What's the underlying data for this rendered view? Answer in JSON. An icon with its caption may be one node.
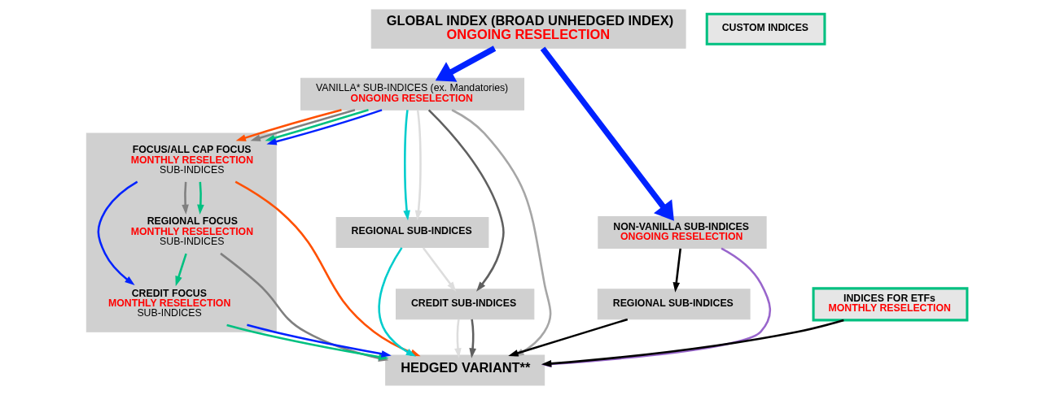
{
  "diagram": {
    "nodes": [
      {
        "text": [
          "GLOBAL INDEX (BROAD UNHEDGED INDEX)",
          "ONGOING RESELECTION"
        ]
      },
      {
        "text": [
          "VANILLA* SUB-INDICES (ex. Mandatories)",
          "ONGOING RESELECTION"
        ]
      },
      {
        "text": [
          "NON-VANILLA SUB-INDICES",
          "ONGOING RESELECTION"
        ]
      },
      {
        "text": [],
        "shape": "box"
      },
      {
        "text": [
          "FOCUS/ALL CAP FOCUS",
          "MONTHLY RESELECTION",
          "SUB-INDICES"
        ],
        "in": 3
      },
      {
        "text": [
          "REGIONAL FOCUS",
          "MONTHLY RESELECTION",
          "SUB-INDICES"
        ],
        "in": 3
      },
      {
        "text": [
          "CREDIT FOCUS",
          "MONTHLY RESELECTION",
          "SUB-INDICES"
        ],
        "in": 3
      },
      {
        "text": [
          "REGIONAL SUB-INDICES"
        ]
      },
      {
        "text": [
          "CREDIT SUB-INDICES"
        ]
      },
      {
        "text": [
          "REGIONAL SUB-INDICES"
        ]
      },
      {
        "text": [
          "CUSTOM INDICES"
        ]
      },
      {
        "text": [
          "INDICES FOR ETFs",
          "MONTHLY RESELECTION"
        ]
      },
      {
        "text": [
          "HEDGED VARIANT**"
        ]
      }
    ],
    "edges": [
      {
        "from": 0,
        "to": 1,
        "arrow": "to",
        "style": "thick",
        "color": "#0022ff"
      },
      {
        "from": 0,
        "to": 2,
        "arrow": "to",
        "style": "thick",
        "color": "#0022ff"
      },
      {
        "from": 1,
        "to": 12,
        "arrow": "to",
        "color": "#a6a6a6"
      },
      {
        "from": 1,
        "to": 4,
        "arrow": "to",
        "color": "#ff5000"
      },
      {
        "from": 1,
        "to": 4,
        "arrow": "to",
        "color": "#808080"
      },
      {
        "from": 1,
        "to": 4,
        "arrow": "to",
        "color": "#00c080"
      },
      {
        "from": 1,
        "to": 4,
        "arrow": "to",
        "color": "#0022ff"
      },
      {
        "from": 4,
        "to": 12,
        "arrow": "to",
        "color": "#ff5000"
      },
      {
        "from": 4,
        "to": 5,
        "arrow": "to",
        "color": "#808080"
      },
      {
        "from": 4,
        "to": 5,
        "arrow": "to",
        "color": "#00c080"
      },
      {
        "from": 4,
        "to": 6,
        "arrow": "to",
        "color": "#0022ff"
      },
      {
        "from": 5,
        "to": 12,
        "arrow": "to",
        "color": "#808080"
      },
      {
        "from": 5,
        "to": 6,
        "arrow": "to",
        "color": "#00c080"
      },
      {
        "from": 6,
        "to": 12,
        "arrow": "to",
        "color": "#00c080"
      },
      {
        "from": 6,
        "to": 12,
        "arrow": "to",
        "color": "#0022ff"
      },
      {
        "from": 1,
        "to": 7,
        "arrow": "to",
        "color": "#00cccc"
      },
      {
        "from": 1,
        "to": 7,
        "arrow": "to",
        "color": "#dddddd"
      },
      {
        "from": 1,
        "to": 8,
        "arrow": "to",
        "color": "#606060"
      },
      {
        "from": 7,
        "to": 12,
        "arrow": "to",
        "color": "#00cccc"
      },
      {
        "from": 7,
        "to": 8,
        "arrow": "to",
        "color": "#dddddd"
      },
      {
        "from": 8,
        "to": 12,
        "arrow": "to",
        "color": "#dddddd"
      },
      {
        "from": 8,
        "to": 12,
        "arrow": "to",
        "color": "#606060"
      },
      {
        "from": 2,
        "to": 12,
        "arrow": "to",
        "color": "#9966cc"
      },
      {
        "from": 2,
        "to": 9,
        "arrow": "to",
        "color": "#000000"
      },
      {
        "from": 9,
        "to": 12,
        "arrow": "to",
        "color": "#000000"
      },
      {
        "from": 11,
        "to": 12,
        "arrow": "to",
        "color": "#000000"
      }
    ]
  }
}
